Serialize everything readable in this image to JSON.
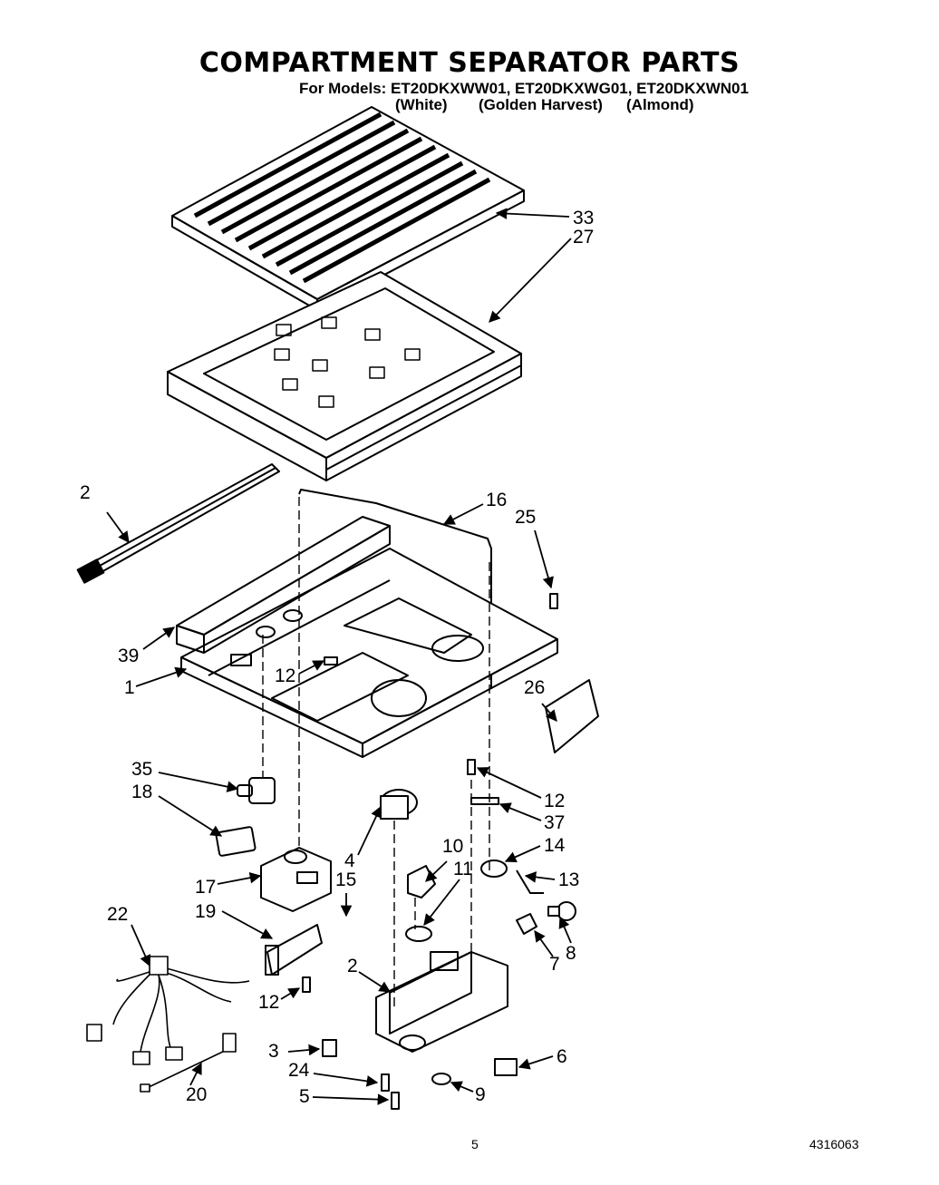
{
  "header": {
    "title": "COMPARTMENT SEPARATOR PARTS",
    "models_line": "For Models: ET20DKXWW01, ET20DKXWG01, ET20DKXWN01",
    "variants": [
      "(White)",
      "(Golden Harvest)",
      "(Almond)"
    ]
  },
  "callouts": [
    "33",
    "27",
    "2",
    "16",
    "25",
    "39",
    "12",
    "1",
    "26",
    "35",
    "18",
    "12",
    "37",
    "4",
    "10",
    "14",
    "17",
    "15",
    "11",
    "13",
    "22",
    "19",
    "8",
    "7",
    "2",
    "12",
    "3",
    "6",
    "24",
    "9",
    "20",
    "5"
  ],
  "footer": {
    "page": "5",
    "doc_number": "4316063"
  }
}
